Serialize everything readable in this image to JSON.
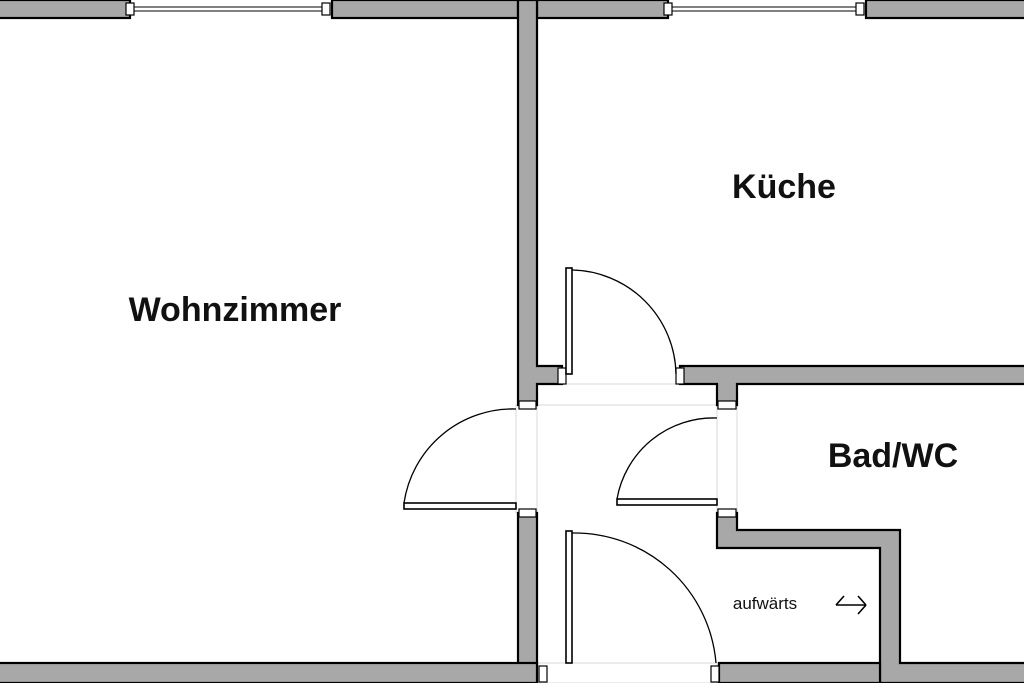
{
  "rooms": {
    "living": "Wohnzimmer",
    "kitchen": "Küche",
    "bathroom": "Bad/WC"
  },
  "stair_note": "aufwärts",
  "colors": {
    "wall_fill": "#a8a8a8",
    "line": "#000000",
    "background": "#ffffff"
  }
}
